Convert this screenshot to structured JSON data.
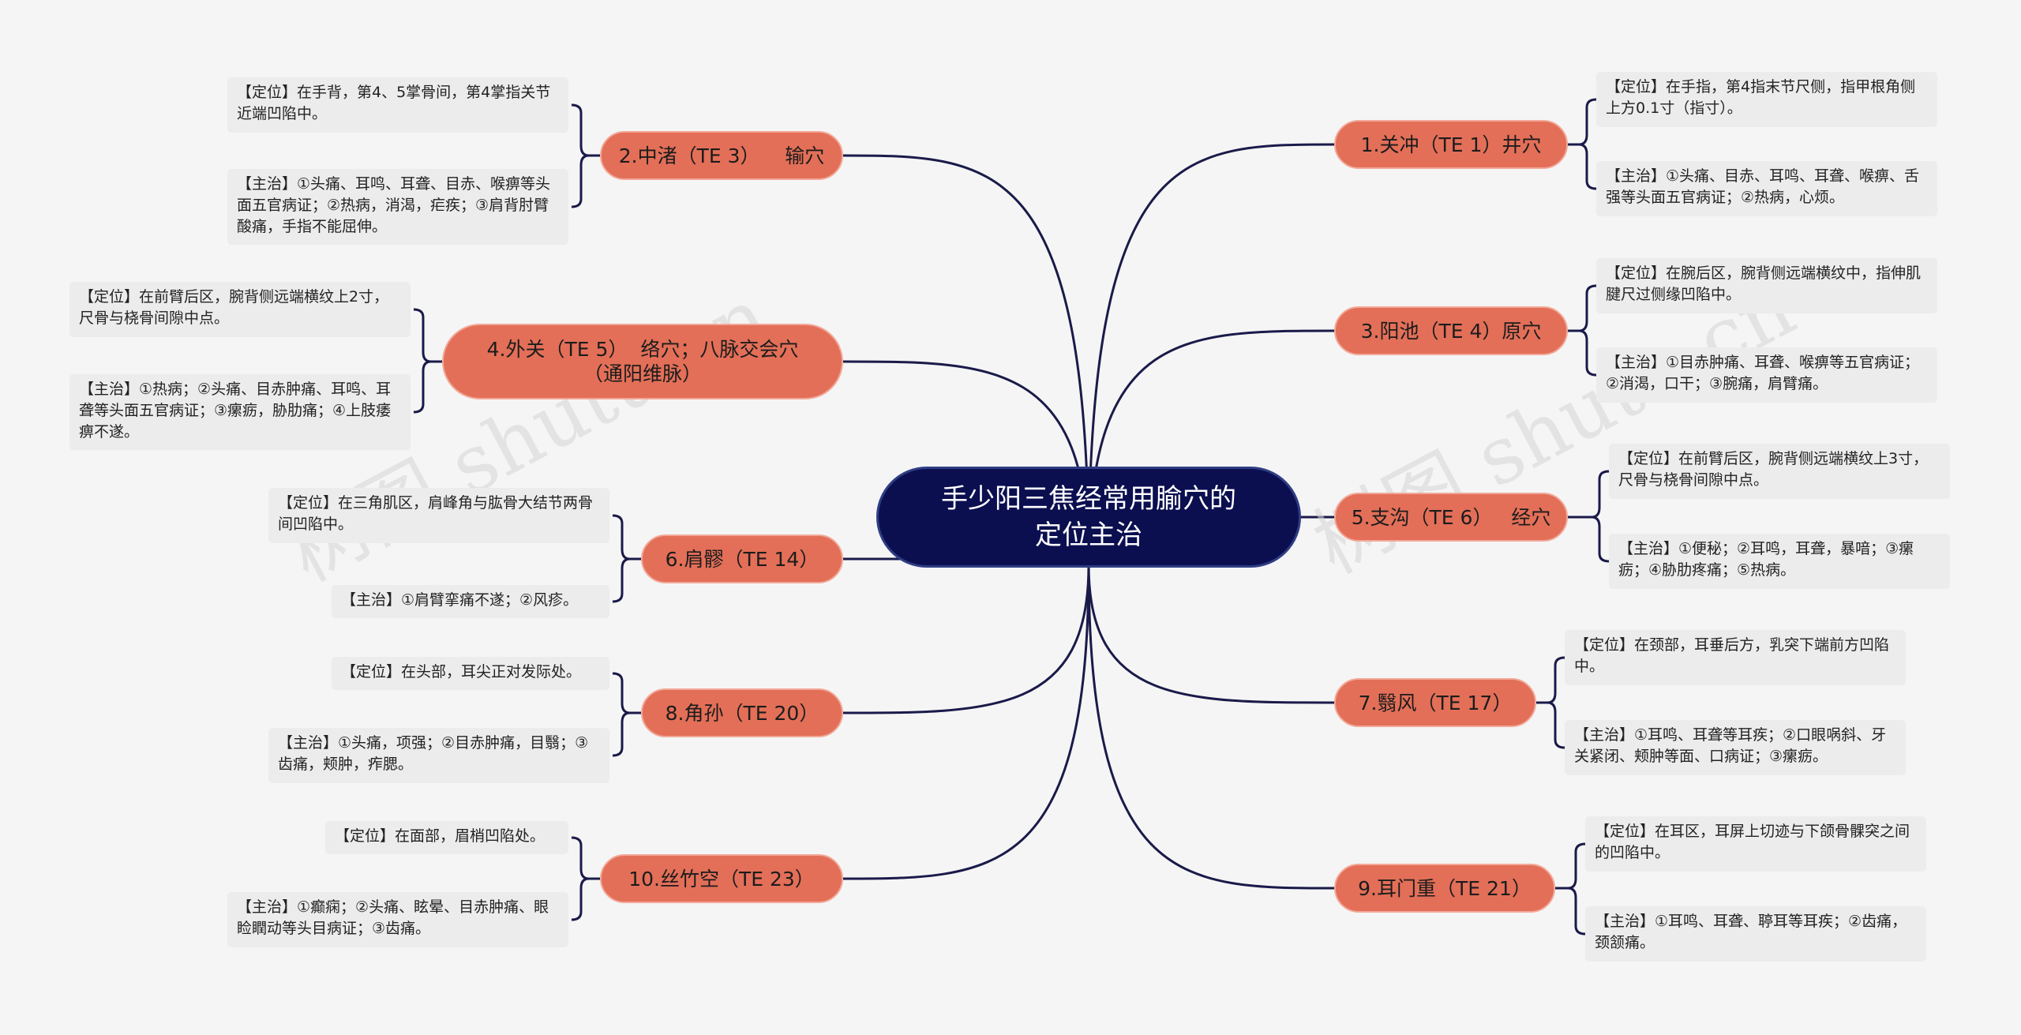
{
  "watermark": "树图 shutu.cn",
  "root": {
    "title_line1": "手少阳三焦经常用腧穴的",
    "title_line2": "定位主治"
  },
  "points": [
    {
      "label": "1.关冲（TE 1）井穴",
      "location": "【定位】在手指，第4指末节尺侧，指甲根角侧上方0.1寸（指寸）。",
      "indication": "【主治】①头痛、目赤、耳鸣、耳聋、喉痹、舌强等头面五官病证；②热病，心烦。"
    },
    {
      "label": "2.中渚（TE 3）    输穴",
      "location": "【定位】在手背，第4、5掌骨间，第4掌指关节近端凹陷中。",
      "indication": "【主治】①头痛、耳鸣、耳聋、目赤、喉痹等头面五官病证；②热病，消渴，疟疾；③肩背肘臂酸痛，手指不能屈伸。"
    },
    {
      "label": "3.阳池（TE 4）原穴",
      "location": "【定位】在腕后区，腕背侧远端横纹中，指伸肌腱尺过侧缘凹陷中。",
      "indication": "【主治】①目赤肿痛、耳聋、喉痹等五官病证；②消渴，口干；③腕痛，肩臂痛。"
    },
    {
      "label": "4.外关（TE 5）  络穴；八脉交会穴\n（通阳维脉）",
      "location": "【定位】在前臂后区，腕背侧远端横纹上2寸，尺骨与桡骨间隙中点。",
      "indication": "【主治】①热病；②头痛、目赤肿痛、耳鸣、耳聋等头面五官病证；③瘰疬，胁肋痛；④上肢痿痹不遂。"
    },
    {
      "label": "5.支沟（TE 6）   经穴",
      "location": "【定位】在前臂后区，腕背侧远端横纹上3寸，尺骨与桡骨间隙中点。",
      "indication": "【主治】①便秘；②耳鸣，耳聋，暴喑；③瘰疬；④胁肋疼痛；⑤热病。"
    },
    {
      "label": "6.肩髎（TE 14）",
      "location": "【定位】在三角肌区，肩峰角与肱骨大结节两骨间凹陷中。",
      "indication": "【主治】①肩臂挛痛不遂；②风疹。"
    },
    {
      "label": "7.翳风（TE 17）",
      "location": "【定位】在颈部，耳垂后方，乳突下端前方凹陷中。",
      "indication": "【主治】①耳鸣、耳聋等耳疾；②口眼㖞斜、牙关紧闭、颊肿等面、口病证；③瘰疬。"
    },
    {
      "label": "8.角孙（TE 20）",
      "location": "【定位】在头部，耳尖正对发际处。",
      "indication": "【主治】①头痛，项强；②目赤肿痛，目翳；③齿痛，颊肿，痄腮。"
    },
    {
      "label": "9.耳门重（TE 21）",
      "location": "【定位】在耳区，耳屏上切迹与下颌骨髁突之间的凹陷中。",
      "indication": "【主治】①耳鸣、耳聋、聤耳等耳疾；②齿痛，颈颔痛。"
    },
    {
      "label": "10.丝竹空（TE 23）",
      "location": "【定位】在面部，眉梢凹陷处。",
      "indication": "【主治】①癫痫；②头痛、眩晕、目赤肿痛、眼睑瞤动等头目病证；③齿痛。"
    }
  ],
  "colors": {
    "root": "#0b0f50",
    "topic": "#e36f58",
    "line": "#1a1a4a",
    "note": "#ececec"
  }
}
